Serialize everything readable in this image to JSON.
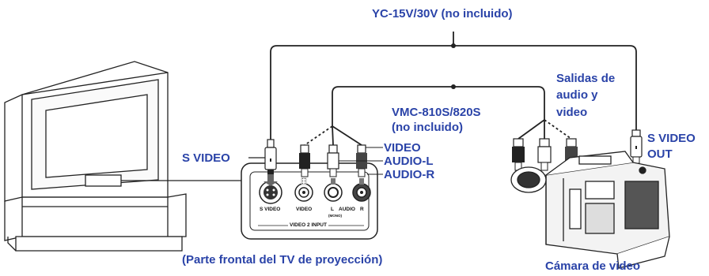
{
  "labels": {
    "top_cable": "YC-15V/30V (no incluido)",
    "av_cable_line1": "VMC-810S/820S",
    "av_cable_line2": "(no incluido)",
    "outputs_line1": "Salidas de",
    "outputs_line2": "audio y",
    "outputs_line3": "video",
    "svideo_out_line1": "S VIDEO",
    "svideo_out_line2": "OUT",
    "svideo_left": "S VIDEO",
    "plug_video": "VIDEO",
    "plug_audio_l": "AUDIO-L",
    "plug_audio_r": "AUDIO-R",
    "tv_caption": "(Parte frontal del TV de proyección)",
    "camera_caption": "Cámara de video"
  },
  "panel": {
    "jack_svideo": "S VIDEO",
    "jack_video": "VIDEO",
    "jack_l": "L",
    "jack_mono": "(MONO)",
    "jack_audio": "AUDIO",
    "jack_r": "R",
    "panel_title": "VIDEO 2 INPUT"
  },
  "colors": {
    "label": "#2a43a8",
    "line": "#222222"
  }
}
